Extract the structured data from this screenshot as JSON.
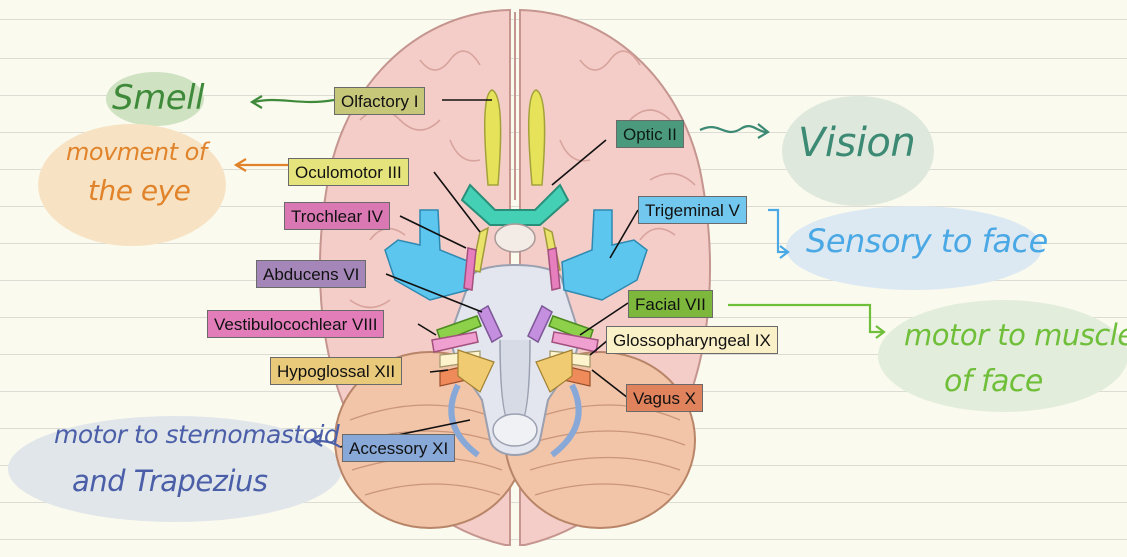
{
  "labels": {
    "olfactory": "Olfactory I",
    "optic": "Optic II",
    "oculomotor": "Oculomotor III",
    "trochlear": "Trochlear IV",
    "trigeminal": "Trigeminal V",
    "abducens": "Abducens VI",
    "facial": "Facial VII",
    "vestibulocochlear": "Vestibulocochlear VIII",
    "glossopharyngeal": "Glossopharyngeal IX",
    "hypoglossal": "Hypoglossal XII",
    "vagus": "Vagus X",
    "accessory": "Accessory XI"
  },
  "notes": {
    "smell": "Smell",
    "eye_line1": "movment of",
    "eye_line2": "the eye",
    "vision": "Vision",
    "sensory": "Sensory to face",
    "facial_line1": "motor to muscles",
    "facial_line2": "of face",
    "accessory_line1": "motor to sternomastoid",
    "accessory_line2": "and Trapezius"
  },
  "colors": {
    "olfactory": "#c7c77a",
    "optic": "#4c9a7e",
    "oculomotor": "#e5e37c",
    "trochlear": "#d978b2",
    "trigeminal": "#71c7ed",
    "abducens": "#a487b8",
    "facial": "#7db83c",
    "vestibulocochlear": "#e27dba",
    "glossopharyngeal": "#fbf1c9",
    "hypoglossal": "#e9c97a",
    "vagus": "#e0825c",
    "accessory": "#88a8d8",
    "note_green": "#3f8a3a",
    "note_orange": "#e0832a",
    "note_teal": "#3c8a74",
    "note_blue": "#4aa8e4",
    "note_lime": "#6fbf3a",
    "note_navy": "#4a5fa8"
  }
}
